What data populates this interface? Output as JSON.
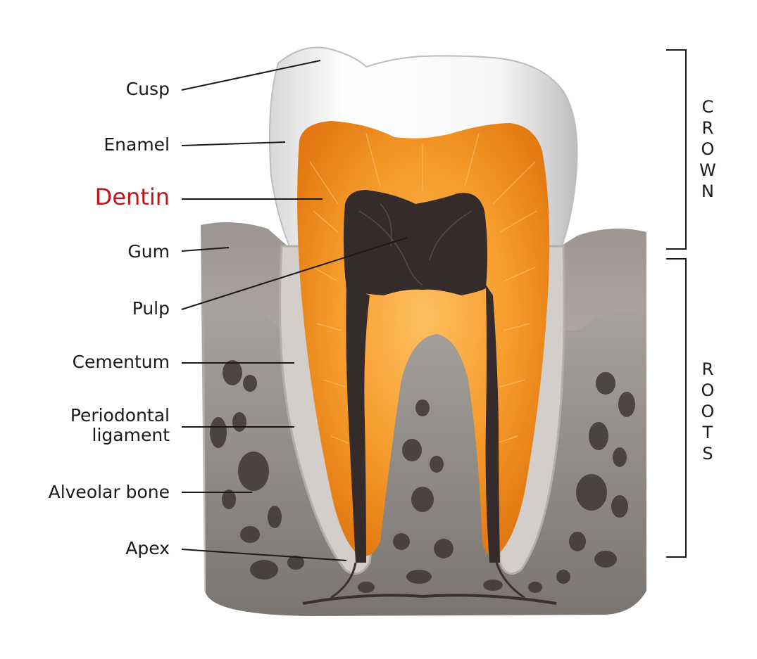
{
  "colors": {
    "enamel": "#f3f3f3",
    "enamel_shade": "#c9c9c9",
    "dentin": "#f28a1c",
    "dentin_light": "#fbb04a",
    "pulp": "#3a3030",
    "gum": "#b9b4b0",
    "bone": "#8a8480",
    "bone_light": "#a9a4a0",
    "cementum": "#cfcac5",
    "highlight_label": "#c0141c",
    "line": "#1a1a1a"
  },
  "labels": {
    "cusp": "Cusp",
    "enamel": "Enamel",
    "dentin": "Dentin",
    "gum": "Gum",
    "pulp": "Pulp",
    "cementum": "Cementum",
    "periodontal_1": "Periodontal",
    "periodontal_2": "ligament",
    "alveolar_bone": "Alveolar bone",
    "apex": "Apex"
  },
  "sections": {
    "crown": [
      "C",
      "R",
      "O",
      "W",
      "N"
    ],
    "roots": [
      "R",
      "O",
      "O",
      "T",
      "S"
    ]
  }
}
